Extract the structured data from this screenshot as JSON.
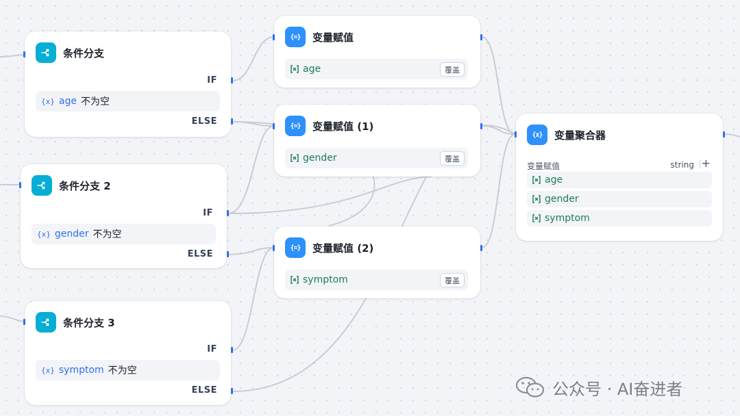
{
  "canvas": {
    "background": "#f2f4f7",
    "edge_color": "#c9ccd3",
    "port_color": "#2e6ff2"
  },
  "if_else_nodes": [
    {
      "title": "条件分支",
      "var_icon": "{x}",
      "variable": "age",
      "operator": "不为空",
      "if_label": "IF",
      "else_label": "ELSE"
    },
    {
      "title": "条件分支 2",
      "var_icon": "{x}",
      "variable": "gender",
      "operator": "不为空",
      "if_label": "IF",
      "else_label": "ELSE"
    },
    {
      "title": "条件分支 3",
      "var_icon": "{x}",
      "variable": "symptom",
      "operator": "不为空",
      "if_label": "IF",
      "else_label": "ELSE"
    }
  ],
  "assign_nodes": [
    {
      "title": "变量赋值",
      "badge": "{=}",
      "variable": "age",
      "mode_label": "覆盖"
    },
    {
      "title": "变量赋值 (1)",
      "badge": "{=}",
      "variable": "gender",
      "mode_label": "覆盖"
    },
    {
      "title": "变量赋值 (2)",
      "badge": "{=}",
      "variable": "symptom",
      "mode_label": "覆盖"
    }
  ],
  "aggregator": {
    "title": "变量聚合器",
    "badge": "{x}",
    "group_label": "变量赋值",
    "type_label": "string",
    "add_label": "+",
    "items": [
      "age",
      "gender",
      "symptom"
    ]
  },
  "watermark": {
    "text": "公众号 · AI奋进者",
    "icon": "wechat-icon"
  },
  "icons": {
    "if_else": "branch-icon",
    "assign": "assign-icon",
    "aggregator": "variable-icon",
    "output_var": "output-variable-icon"
  },
  "colors": {
    "branch_badge": "#06aed5",
    "assign_badge": "#2e90fa",
    "variable_text": "#2e6ff2",
    "output_text": "#1f7a5c"
  }
}
